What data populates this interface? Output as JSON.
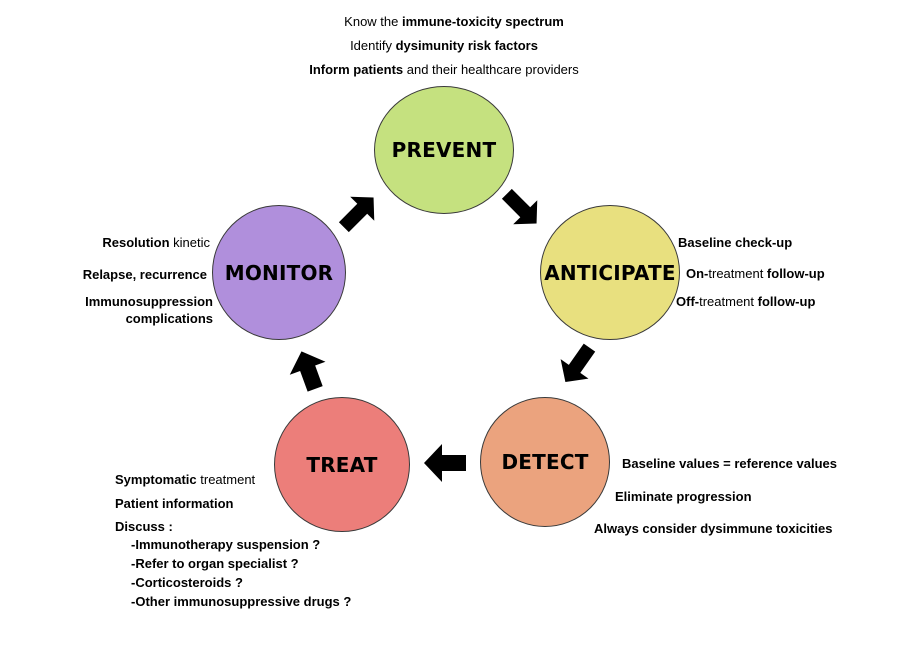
{
  "prevent": {
    "title": "PREVENT",
    "lines": [
      {
        "pre": "Know the ",
        "bold": "immune-toxicity spectrum",
        "post": ""
      },
      {
        "pre": "Identify ",
        "bold": "dysimunity risk factors",
        "post": ""
      },
      {
        "pre": "",
        "bold": "Inform patients",
        "post": " and their healthcare providers"
      }
    ]
  },
  "anticipate": {
    "title": "ANTICIPATE",
    "lines": [
      {
        "pre": "",
        "bold": "Baseline check-up",
        "post": ""
      },
      {
        "pre": "",
        "bold": "On-",
        "post": "treatment ",
        "bold2": "follow-up"
      },
      {
        "pre": "",
        "bold": "Off-",
        "post": "treatment ",
        "bold2": "follow-up"
      }
    ]
  },
  "detect": {
    "title": "DETECT",
    "lines": [
      "Baseline values = reference values",
      "Eliminate progression",
      "Always consider dysimmune toxicities"
    ]
  },
  "treat": {
    "title": "TREAT",
    "symptomatic_bold": "Symptomatic",
    "symptomatic_rest": " treatment",
    "patient_info": "Patient information",
    "discuss": "Discuss :",
    "discuss_items": [
      "-Immunotherapy suspension ?",
      "-Refer to organ specialist ?",
      "-Corticosteroids ?",
      "-Other immunosuppressive drugs ?"
    ]
  },
  "monitor": {
    "title": "MONITOR",
    "resolution_bold": "Resolution",
    "resolution_rest": " kinetic",
    "relapse": "Relapse, recurrence",
    "immuno_line1": "Immunosuppression",
    "immuno_line2": "complications"
  },
  "colors": {
    "prevent": "#c5e17f",
    "anticipate": "#e8e07f",
    "detect": "#eba37e",
    "treat": "#ec7e7a",
    "monitor": "#b08fdc",
    "arrow": "#000000"
  }
}
